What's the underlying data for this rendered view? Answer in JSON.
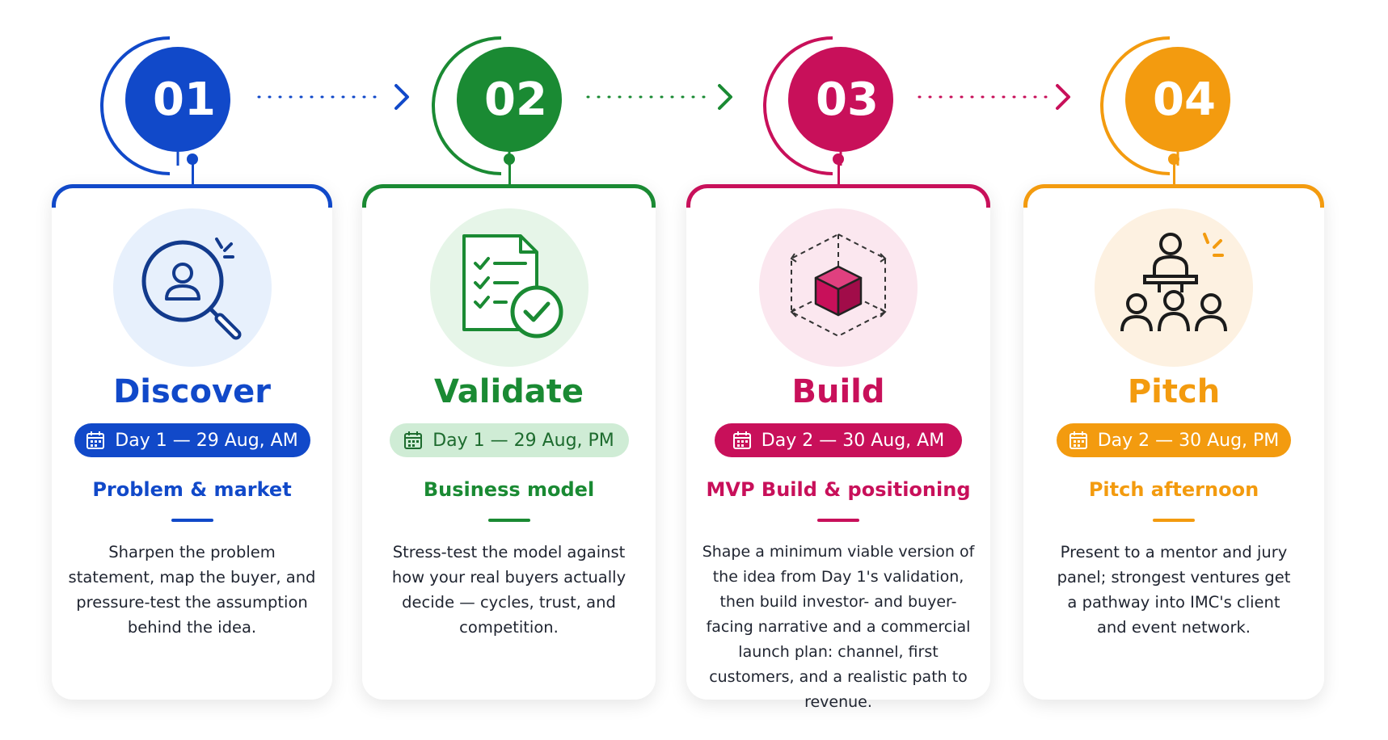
{
  "steps": [
    {
      "number": "01",
      "color": "#1149c9",
      "light": "#e7f0fc",
      "icon": "search-user-icon",
      "title": "Discover",
      "date": "Day 1 — 29 Aug, AM",
      "subtitle": "Problem & market",
      "body": "Sharpen the problem statement, map the buyer, and pressure-test the assumption behind the idea."
    },
    {
      "number": "02",
      "color": "#1a8a33",
      "light": "#e6f5e8",
      "pill_bg": "#cfecd5",
      "pill_text": "#1d6b2e",
      "icon": "checklist-icon",
      "title": "Validate",
      "date": "Day 1 — 29 Aug, PM",
      "subtitle": "Business model",
      "body": "Stress-test the model against how your real buyers actually decide — cycles, trust, and competition."
    },
    {
      "number": "03",
      "color": "#c8105a",
      "light": "#fbe7ef",
      "icon": "cube-icon",
      "title": "Build",
      "date": "Day 2 — 30 Aug, AM",
      "subtitle": "MVP Build & positioning",
      "body": "Shape a minimum viable version of the idea from Day 1's validation, then build investor- and buyer-facing narrative and a commercial launch plan: channel, first customers, and a realistic path to revenue."
    },
    {
      "number": "04",
      "color": "#f39b0f",
      "light": "#fdf1e1",
      "icon": "presenter-audience-icon",
      "title": "Pitch",
      "date": "Day 2 — 30 Aug, PM",
      "subtitle": "Pitch afternoon",
      "body": "Present to a mentor and jury panel; strongest ventures get a pathway into IMC's client and event network."
    }
  ]
}
